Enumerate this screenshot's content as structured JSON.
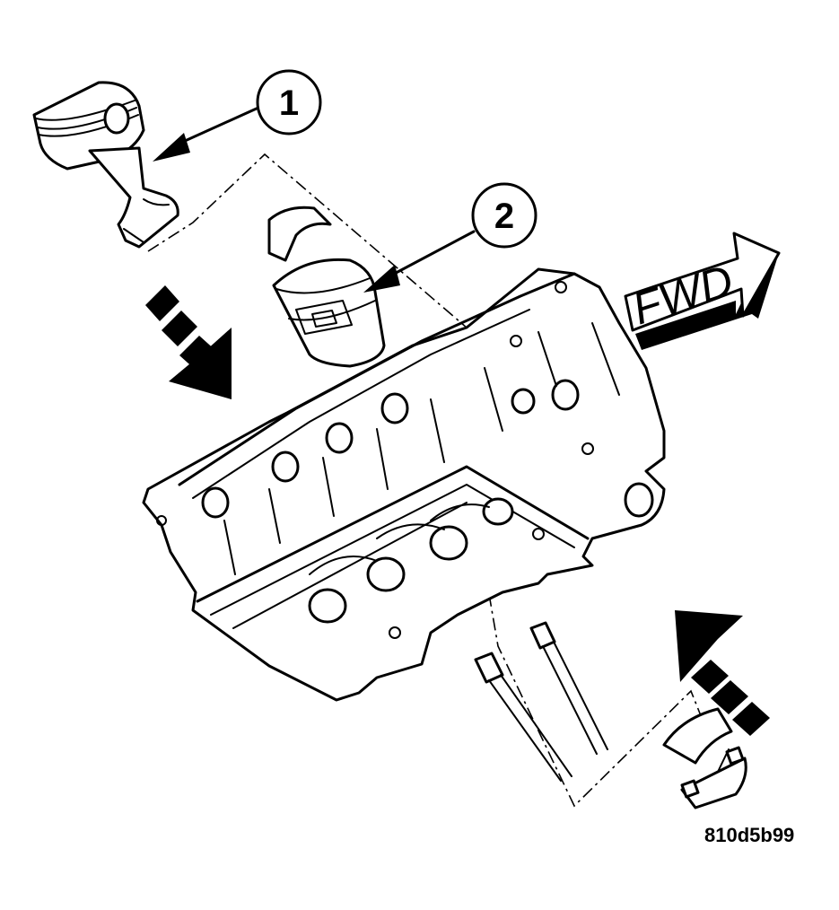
{
  "callouts": [
    {
      "number": "1"
    },
    {
      "number": "2"
    }
  ],
  "direction_label": "FWD",
  "figure_code": "810d5b99",
  "colors": {
    "ink": "#000000",
    "paper": "#ffffff"
  }
}
